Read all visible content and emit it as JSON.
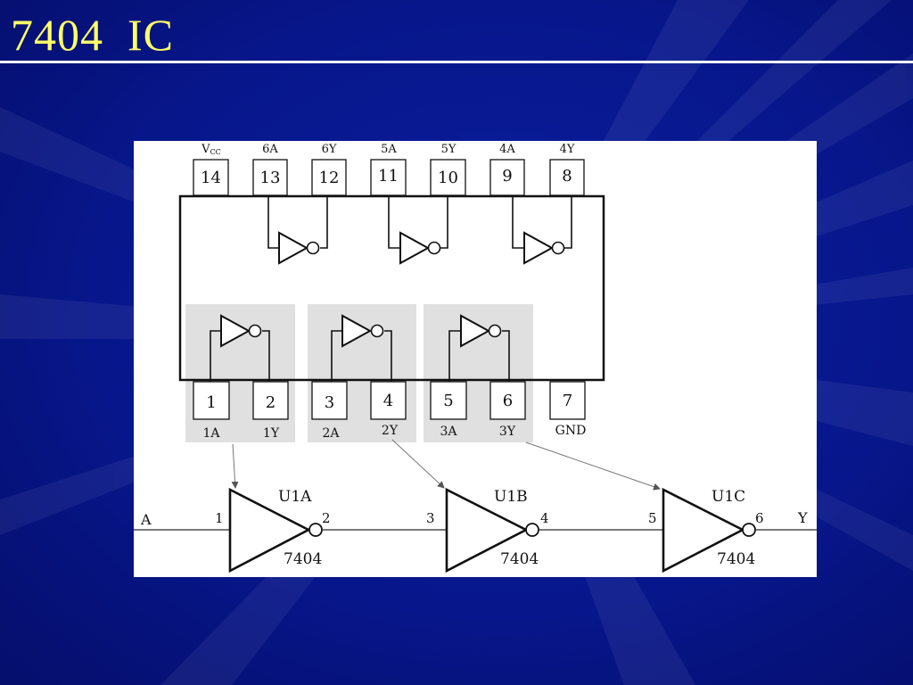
{
  "slide": {
    "title": "7404  IC",
    "colors": {
      "background": "#06127a",
      "title": "#ffff66",
      "rule": "#ffffff",
      "panel": "#ffffff"
    }
  },
  "pinout": {
    "top_pins": [
      {
        "number": "14",
        "label": "V",
        "sub": "CC"
      },
      {
        "number": "13",
        "label": "6A"
      },
      {
        "number": "12",
        "label": "6Y"
      },
      {
        "number": "11",
        "label": "5A"
      },
      {
        "number": "10",
        "label": "5Y"
      },
      {
        "number": "9",
        "label": "4A"
      },
      {
        "number": "8",
        "label": "4Y"
      }
    ],
    "bottom_pins": [
      {
        "number": "1",
        "label": "1A"
      },
      {
        "number": "2",
        "label": "1Y"
      },
      {
        "number": "3",
        "label": "2A"
      },
      {
        "number": "4",
        "label": "2Y"
      },
      {
        "number": "5",
        "label": "3A"
      },
      {
        "number": "6",
        "label": "3Y"
      },
      {
        "number": "7",
        "label": "GND"
      }
    ]
  },
  "schematic": {
    "input_label": "A",
    "output_label": "Y",
    "gates": [
      {
        "name": "U1A",
        "part": "7404",
        "in_pin": "1",
        "out_pin": "2"
      },
      {
        "name": "U1B",
        "part": "7404",
        "in_pin": "3",
        "out_pin": "4"
      },
      {
        "name": "U1C",
        "part": "7404",
        "in_pin": "5",
        "out_pin": "6"
      }
    ]
  }
}
